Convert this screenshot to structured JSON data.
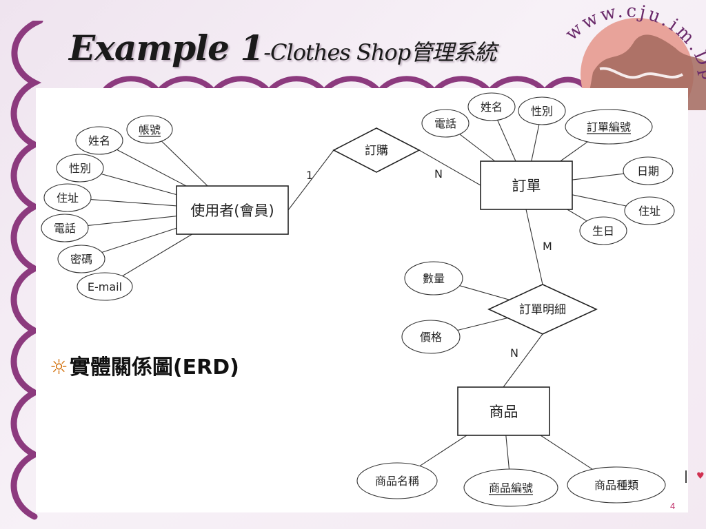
{
  "slide": {
    "title_main": "Example 1",
    "title_sub": "-Clothes Shop管理系統",
    "logo_text": "www.cju.im.Dp",
    "bullet_symbol": "☼",
    "bullet_text": "實體關係圖(ERD)",
    "page_number": "4",
    "colors": {
      "accent": "#8c3a7e",
      "logo_disc": "#e8a39a",
      "logo_shape": "#a36a5e",
      "page_number": "#c0306a"
    }
  },
  "erd": {
    "entities": [
      {
        "id": "user",
        "label": "使用者(會員)"
      },
      {
        "id": "order",
        "label": "訂單"
      },
      {
        "id": "product",
        "label": "商品"
      }
    ],
    "relationships": [
      {
        "id": "buy",
        "label": "訂購"
      },
      {
        "id": "detail",
        "label": "訂單明細"
      }
    ],
    "attributes": [
      {
        "id": "u_name",
        "label": "姓名",
        "key": false,
        "of": "user"
      },
      {
        "id": "u_account",
        "label": "帳號",
        "key": true,
        "of": "user"
      },
      {
        "id": "u_gender",
        "label": "性別",
        "key": false,
        "of": "user"
      },
      {
        "id": "u_address",
        "label": "住址",
        "key": false,
        "of": "user"
      },
      {
        "id": "u_phone",
        "label": "電話",
        "key": false,
        "of": "user"
      },
      {
        "id": "u_password",
        "label": "密碼",
        "key": false,
        "of": "user"
      },
      {
        "id": "u_email",
        "label": "E-mail",
        "key": false,
        "of": "user"
      },
      {
        "id": "o_phone",
        "label": "電話",
        "key": false,
        "of": "order"
      },
      {
        "id": "o_name",
        "label": "姓名",
        "key": false,
        "of": "order"
      },
      {
        "id": "o_gender",
        "label": "性別",
        "key": false,
        "of": "order"
      },
      {
        "id": "o_number",
        "label": "訂單編號",
        "key": true,
        "of": "order"
      },
      {
        "id": "o_date",
        "label": "日期",
        "key": false,
        "of": "order"
      },
      {
        "id": "o_address",
        "label": "住址",
        "key": false,
        "of": "order"
      },
      {
        "id": "o_birthday",
        "label": "生日",
        "key": false,
        "of": "order"
      },
      {
        "id": "d_quantity",
        "label": "數量",
        "key": false,
        "of": "detail"
      },
      {
        "id": "d_price",
        "label": "價格",
        "key": false,
        "of": "detail"
      },
      {
        "id": "p_name",
        "label": "商品名稱",
        "key": false,
        "of": "product"
      },
      {
        "id": "p_number",
        "label": "商品編號",
        "key": true,
        "of": "product"
      },
      {
        "id": "p_category",
        "label": "商品種類",
        "key": false,
        "of": "product"
      }
    ],
    "links": [
      {
        "from": "user",
        "to": "buy",
        "cardinality": "1"
      },
      {
        "from": "buy",
        "to": "order",
        "cardinality": "N"
      },
      {
        "from": "order",
        "to": "detail",
        "cardinality": "M"
      },
      {
        "from": "detail",
        "to": "product",
        "cardinality": "N"
      }
    ]
  }
}
